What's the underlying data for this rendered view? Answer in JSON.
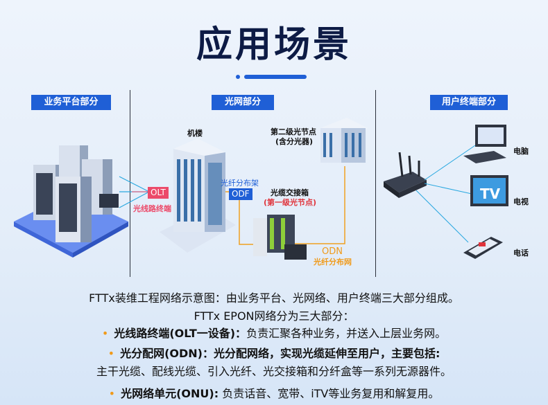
{
  "header": {
    "title": "应用场景"
  },
  "sections": {
    "platform": "业务平台部分",
    "optical": "光网部分",
    "user": "用户终端部分"
  },
  "diagram": {
    "olt": "OLT",
    "olt_label": "光线路终端",
    "building": "机楼",
    "odf_label": "光纤分布架",
    "odf": "ODF",
    "second_node_line1": "第二级光节点",
    "second_node_line2": "(含分光器)",
    "cabinet_line1": "光缆交接箱",
    "cabinet_line2": "(第一级光节点)",
    "odn": "ODN",
    "odn_label": "光纤分布网",
    "tv_text": "TV",
    "devices": [
      "电脑",
      "电视",
      "电话"
    ]
  },
  "description": {
    "line1": "FTTx装维工程网络示意图：由业务平台、光网络、用户终端三大部分组成。",
    "line2": "FTTx EPON网络分为三大部分：",
    "item1_title": "光线路终端(OLT一设备)：",
    "item1_text": "负责汇聚各种业务，并送入上层业务网。",
    "item2_title": "光分配网(ODN)：光分配网络，实现光缆延伸至用户，主要包括:",
    "item2_text": "主干光缆、配线光缆、引入光纤、光交接箱和分纤盒等一系列无源器件。",
    "item3_title": "光网络单元(ONU):",
    "item3_text": "负责话音、宽带、iTV等业务复用和解复用。"
  },
  "colors": {
    "accent": "#1f5fd6",
    "olt": "#ec4a6a",
    "odn": "#f09a1a",
    "title": "#0d1b45"
  }
}
